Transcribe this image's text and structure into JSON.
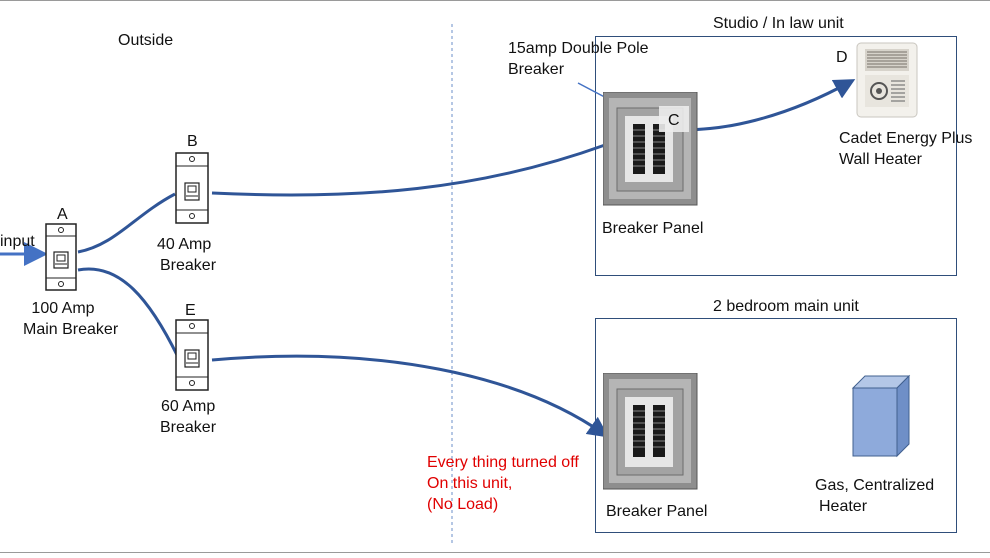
{
  "labels": {
    "outside": "Outside",
    "input": "input",
    "breaker_a": {
      "letter": "A",
      "line1": "100 Amp",
      "line2": "Main Breaker"
    },
    "breaker_b": {
      "letter": "B",
      "line1": "40 Amp",
      "line2": "Breaker"
    },
    "breaker_e": {
      "letter": "E",
      "line1": "60 Amp",
      "line2": "Breaker"
    },
    "studio_unit": "Studio / In law unit",
    "main_unit": "2 bedroom main unit",
    "double_pole_line1": "15amp Double Pole",
    "double_pole_line2": "Breaker",
    "point_c": "C",
    "point_d": "D",
    "studio_panel": "Breaker Panel",
    "main_panel": "Breaker Panel",
    "heater_line1": "Cadet Energy Plus",
    "heater_line2": "Wall Heater",
    "gas_line1": "Gas, Centralized",
    "gas_line2": "Heater",
    "note_line1": "Every thing turned off",
    "note_line2": "On this unit,",
    "note_line3": "(No Load)"
  },
  "colors": {
    "wire": "#2f5597",
    "input_arrow": "#4472c4",
    "unit_box": "#2f4e7a",
    "divider": "#6b8fc9",
    "note": "#e00000",
    "gas_heater": "#8eaadb"
  },
  "icons": [
    "breaker-icon",
    "breaker-panel-icon",
    "wall-heater-icon",
    "gas-heater-box-icon"
  ]
}
